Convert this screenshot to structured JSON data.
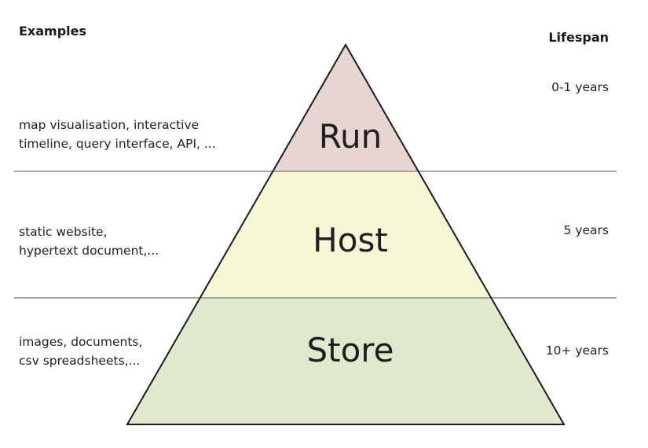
{
  "headers": {
    "examples": "Examples",
    "lifespan": "Lifespan"
  },
  "tiers": [
    {
      "name": "Run",
      "examples": [
        "map visualisation, interactive",
        "timeline, query interface, API, ..."
      ],
      "lifespan": "0-1 years",
      "color": "#e8d5d2"
    },
    {
      "name": "Host",
      "examples": [
        "static website,",
        "hypertext document,..."
      ],
      "lifespan": "5 years",
      "color": "#f7f7d8"
    },
    {
      "name": "Store",
      "examples": [
        "images, documents,",
        "csv spreadsheets,..."
      ],
      "lifespan": "10+ years",
      "color": "#dfe9cd"
    }
  ]
}
